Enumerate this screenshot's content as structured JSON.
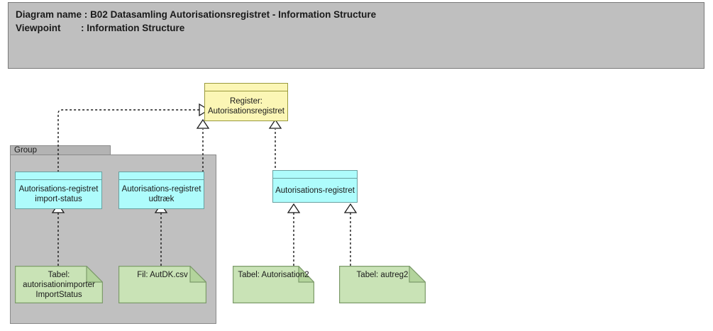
{
  "header": {
    "line1_key": "Diagram name :",
    "line1_value": "B02 Datasamling Autorisationsregistret - Information Structure",
    "line2_key": "Viewpoint",
    "line2_sep": ": ",
    "line2_value": "Information Structure"
  },
  "group": {
    "label": "Group"
  },
  "nodes": {
    "register": {
      "label": "Register: Autorisationsregistret",
      "type": "data-object",
      "color": "#fbf6b5"
    },
    "import_status": {
      "label": "Autorisations-registret import-status",
      "type": "data-object",
      "color": "#aefcfc"
    },
    "udtraek": {
      "label": "Autorisations-registret udtræk",
      "type": "data-object",
      "color": "#aefcfc"
    },
    "autreg": {
      "label": "Autorisations-registret",
      "type": "data-object",
      "color": "#aefcfc"
    },
    "tabel_importstatus": {
      "label": "Tabel: autorisationimporter ImportStatus",
      "type": "artifact",
      "color": "#c9e3b6"
    },
    "fil_autdk": {
      "label": "Fil: AutDK.csv",
      "type": "artifact",
      "color": "#c9e3b6"
    },
    "tabel_autorisation2": {
      "label": "Tabel: Autorisation2",
      "type": "artifact",
      "color": "#c9e3b6"
    },
    "tabel_autreg2": {
      "label": "Tabel: autreg2",
      "type": "artifact",
      "color": "#c9e3b6"
    }
  },
  "colors": {
    "banner_bg": "#bfbfbf",
    "group_bg": "#c0c0c0",
    "group_tab_bg": "#b3b3b3",
    "data_object_cyan": "#aefcfc",
    "data_object_yellow": "#fbf6b5",
    "artifact_green": "#c9e3b6",
    "line": "#1a1a1a"
  }
}
